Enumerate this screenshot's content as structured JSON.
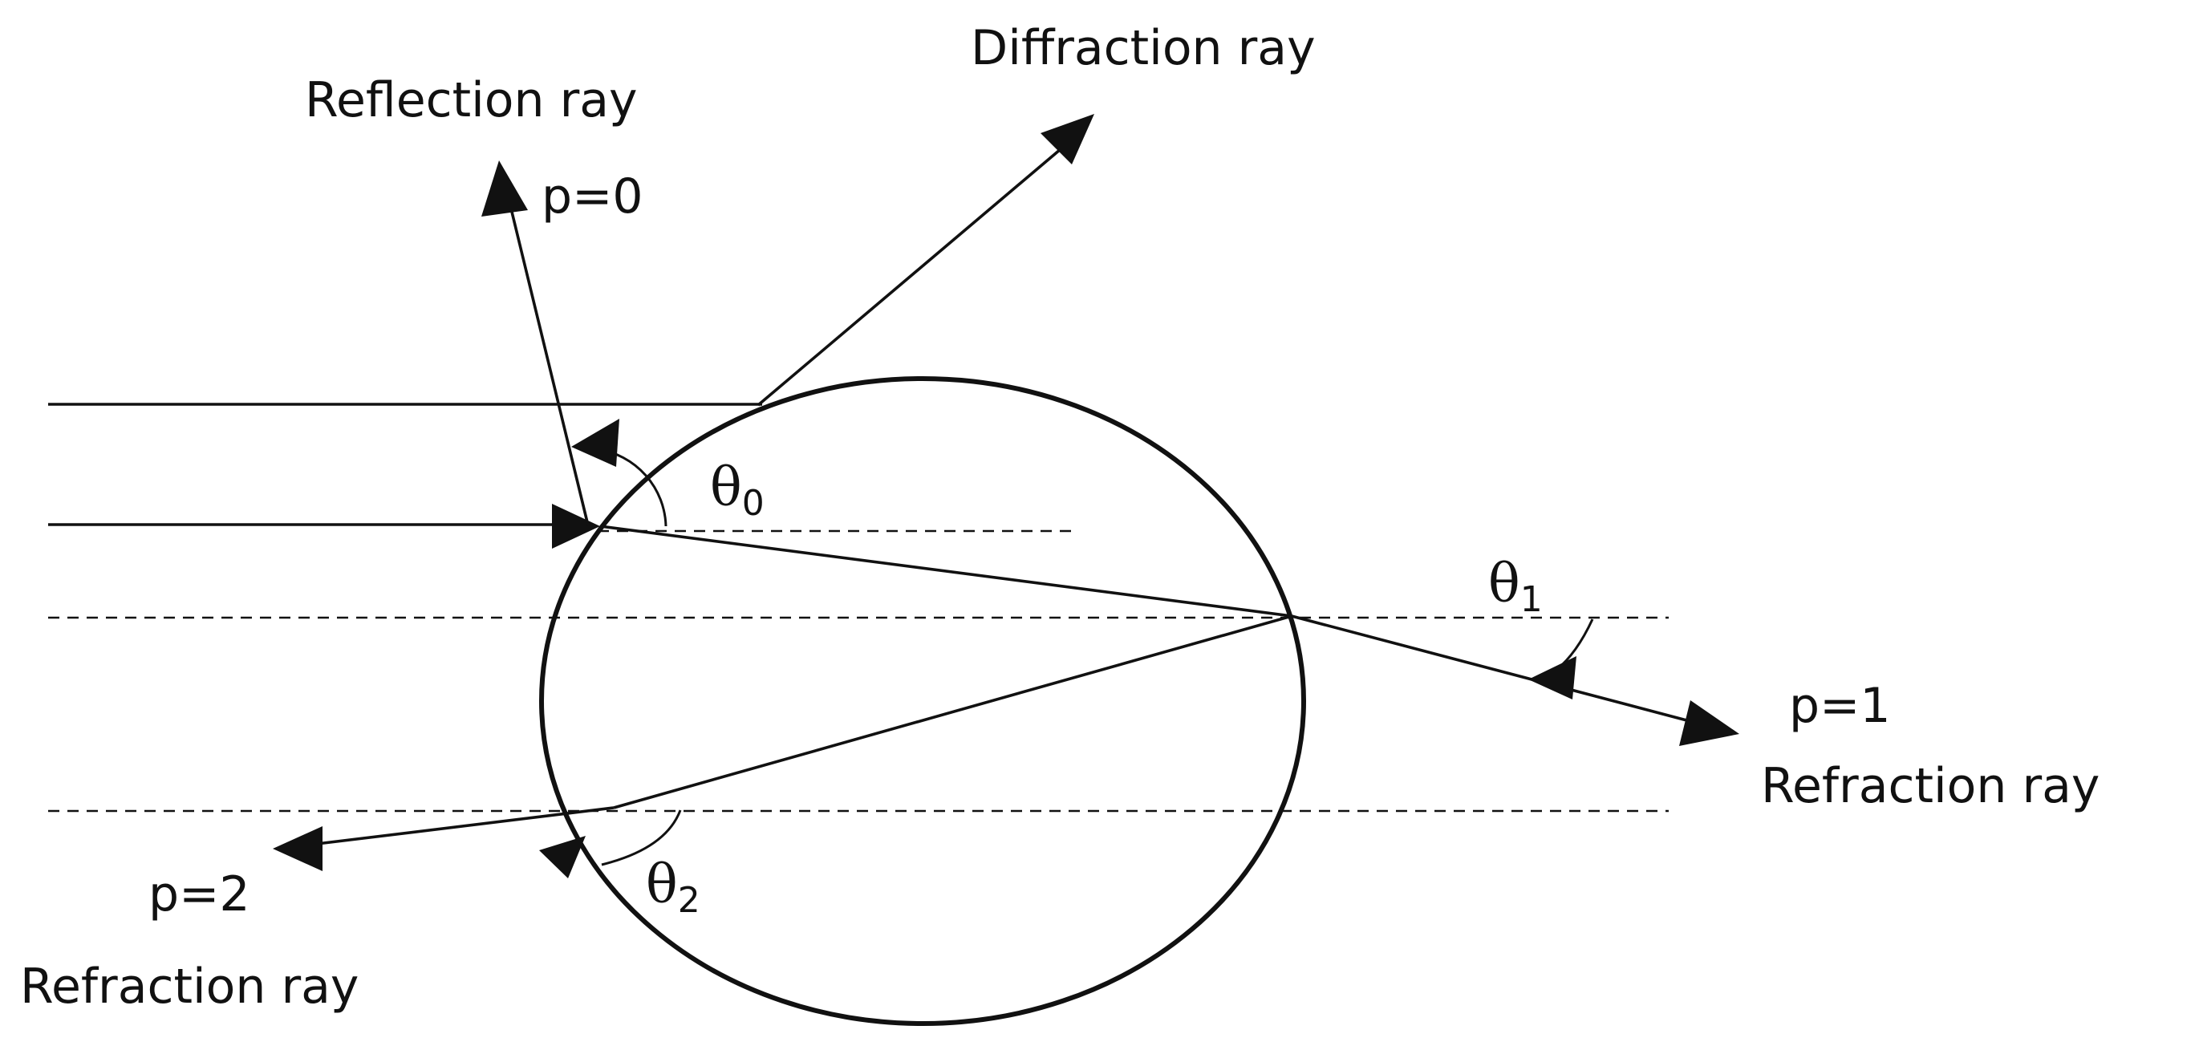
{
  "labels": {
    "diffraction": "Diffraction ray",
    "reflection": "Reflection ray",
    "p0": "p=0",
    "p1": "p=1",
    "p2": "p=2",
    "refraction_right": "Refraction ray",
    "refraction_left": "Refraction ray"
  },
  "angles": {
    "theta0": {
      "symbol": "θ",
      "sub": "0"
    },
    "theta1": {
      "symbol": "θ",
      "sub": "1"
    },
    "theta2": {
      "symbol": "θ",
      "sub": "2"
    }
  }
}
